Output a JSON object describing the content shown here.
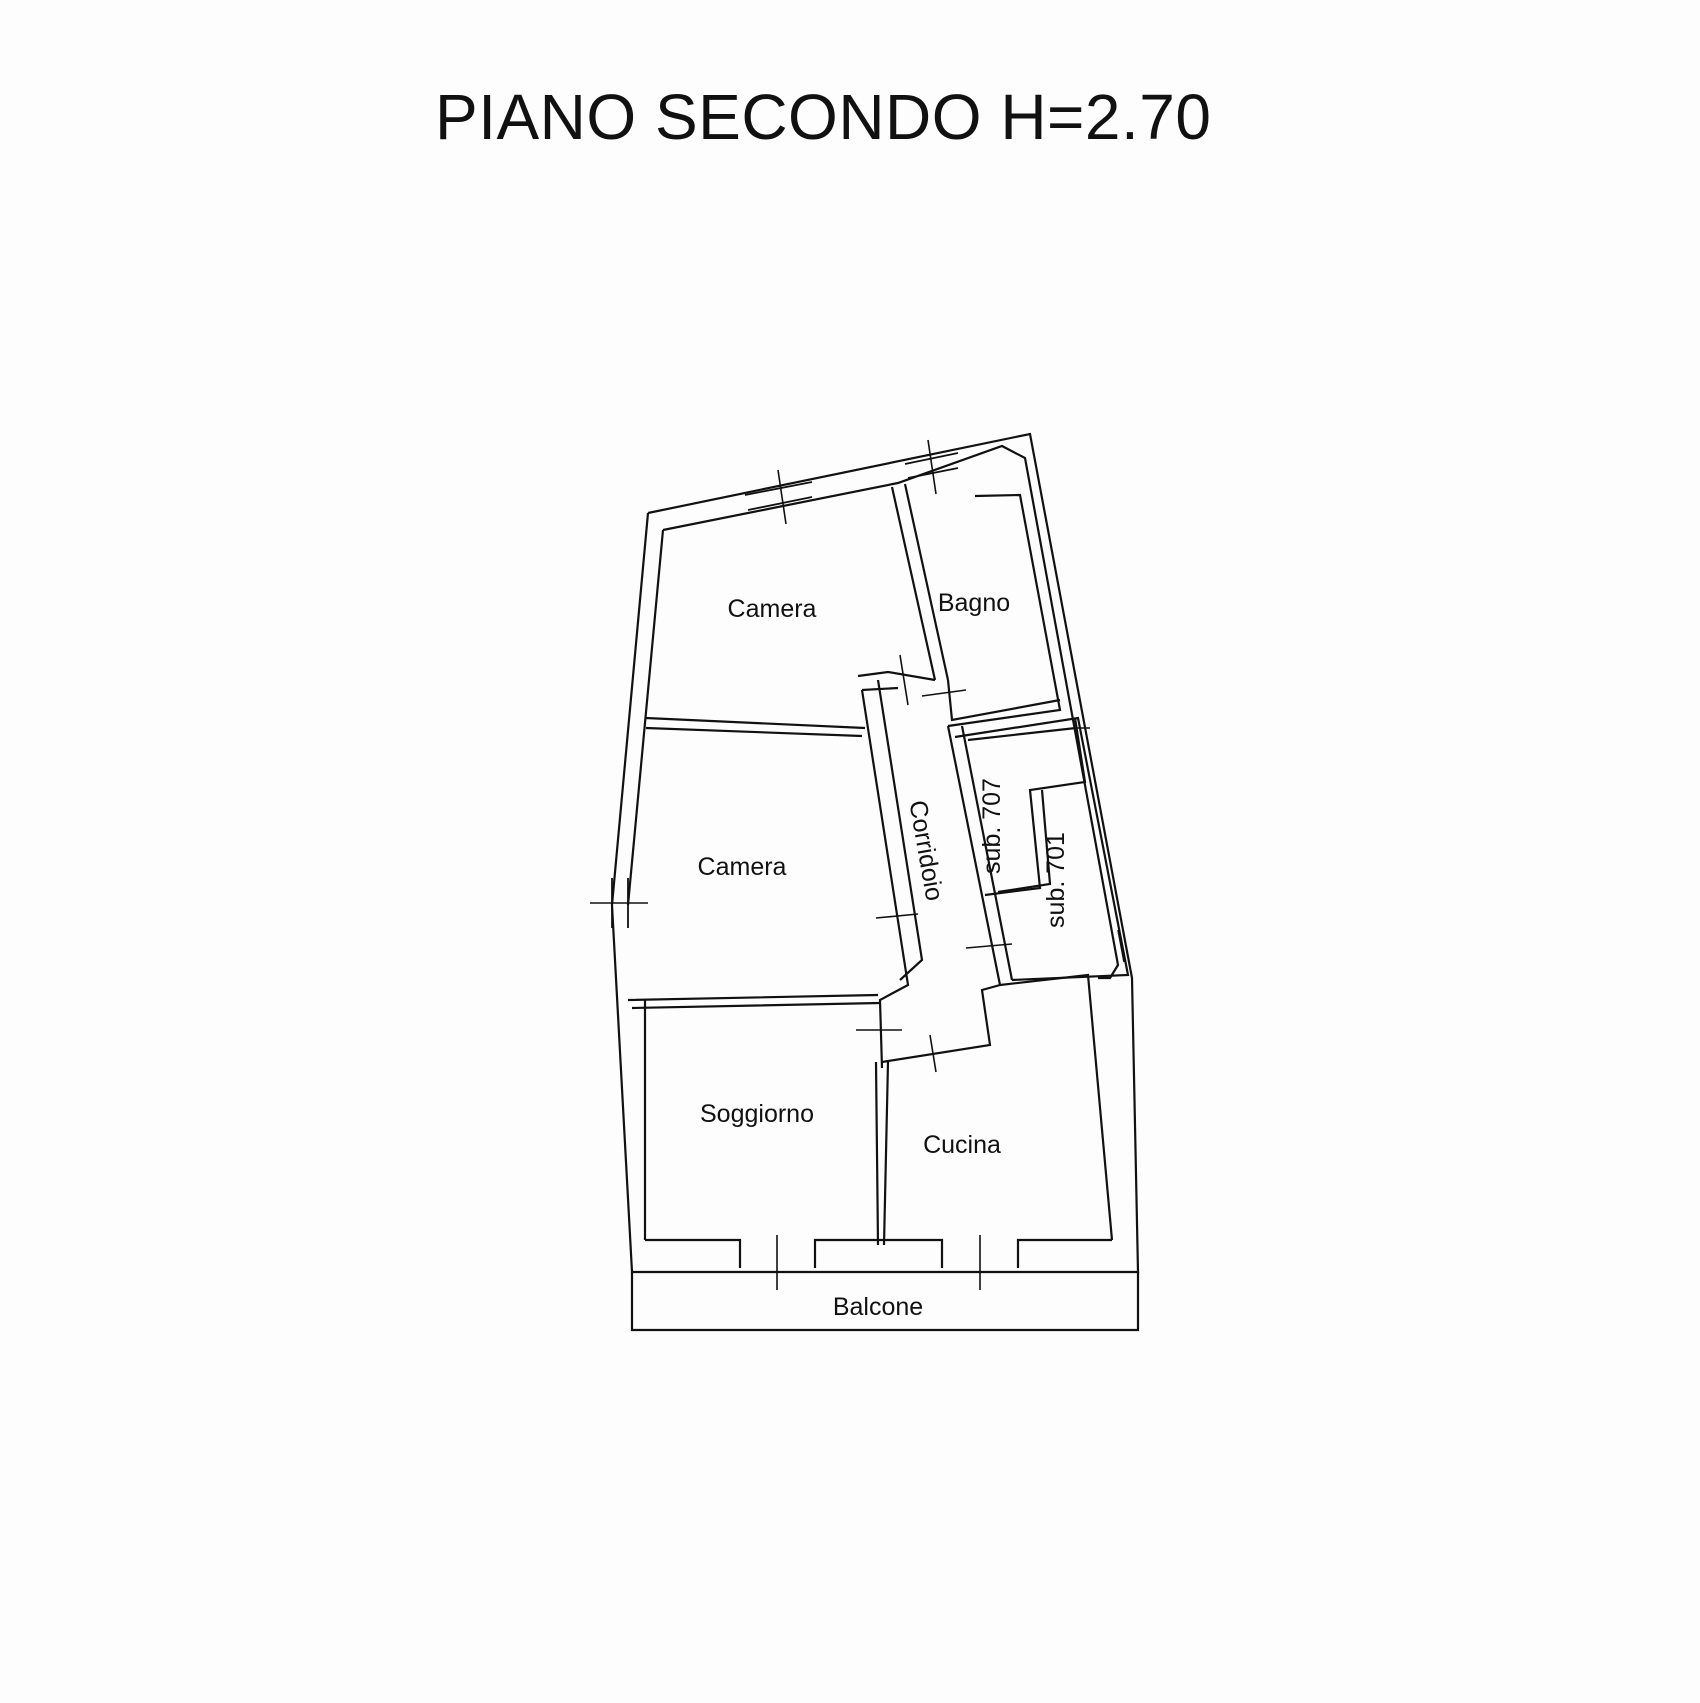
{
  "title": "PIANO SECONDO H=2.70",
  "rooms": {
    "camera_top": "Camera",
    "bagno": "Bagno",
    "camera_mid": "Camera",
    "corridoio": "Corridoio",
    "sub707": "sub. 707",
    "sub701": "sub. 701",
    "soggiorno": "Soggiorno",
    "cucina": "Cucina",
    "balcone": "Balcone"
  }
}
